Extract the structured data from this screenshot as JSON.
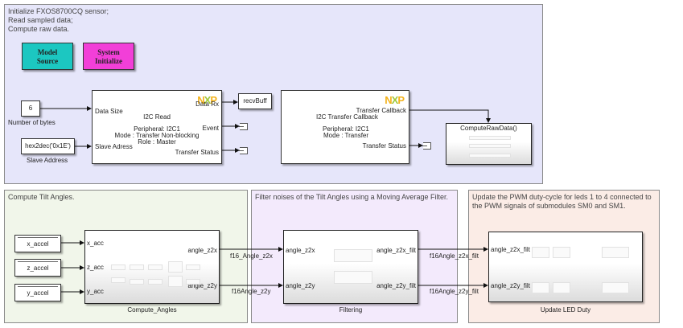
{
  "areas": {
    "init": {
      "note": "Initialize FXOS8700CQ sensor;\nRead sampled data;\nCompute raw data.",
      "color": "#e6e6fa"
    },
    "tilt": {
      "note": "Compute Tilt Angles.",
      "color": "#f1f6ea"
    },
    "filter": {
      "note": "Filter noises of the Tilt Angles using a Moving Average Filter.",
      "color": "#f3eafc"
    },
    "pwm": {
      "note": "Update the PWM duty-cycle for leds 1 to 4 connected to\nthe PWM signals of submodules SM0 and SM1.",
      "color": "#fbece6"
    }
  },
  "buttons": {
    "model_source": {
      "label": "Model\nSource",
      "color": "#1cc7c1"
    },
    "system_initialize": {
      "label": "System\nInitialize",
      "color": "#f23fd8"
    }
  },
  "constants": {
    "num_bytes": {
      "value": "6",
      "caption": "Number of bytes"
    },
    "slave_address": {
      "value": "hex2dec('0x1E')",
      "caption": "Slave Address"
    }
  },
  "i2c_read": {
    "title": "I2C Read",
    "peripheral": "Peripheral: I2C1",
    "mode": "Mode : Transfer Non-blocking",
    "role": "Role : Master",
    "in_ports": [
      "Data Size",
      "Slave Adress"
    ],
    "out_ports": [
      "Data Rx",
      "Event",
      "Transfer Status"
    ],
    "logo": "NXP"
  },
  "goto_recvbuff": {
    "label": "recvBuff"
  },
  "i2c_callback": {
    "title": "I2C Transfer Callback",
    "peripheral": "Peripheral: I2C1",
    "mode": "Mode :  Transfer",
    "out_ports": [
      "Transfer Callback",
      "Transfer Status"
    ],
    "logo": "NXP"
  },
  "compute_raw": {
    "title": "ComputeRawData()"
  },
  "from_blocks": [
    "x_accel",
    "z_accel",
    "y_accel"
  ],
  "compute_angles": {
    "name": "Compute_Angles",
    "in_ports": [
      "x_acc",
      "z_acc",
      "y_acc"
    ],
    "out_ports": [
      "angle_z2x",
      "angle_z2y"
    ]
  },
  "signals": {
    "s1": "f16_Angle_z2x",
    "s2": "f16Angle_z2y",
    "s3": "f16Angle_z2x_filt",
    "s4": "f16Angle_z2y_filt"
  },
  "filtering": {
    "name": "Filtering",
    "in_ports": [
      "angle_z2x",
      "angle_z2y"
    ],
    "out_ports": [
      "angle_z2x_filt",
      "angle_z2y_filt"
    ]
  },
  "update_led": {
    "name": "Update LED Duty",
    "in_ports": [
      "angle_z2x_filt",
      "angle_z2y_filt"
    ]
  }
}
